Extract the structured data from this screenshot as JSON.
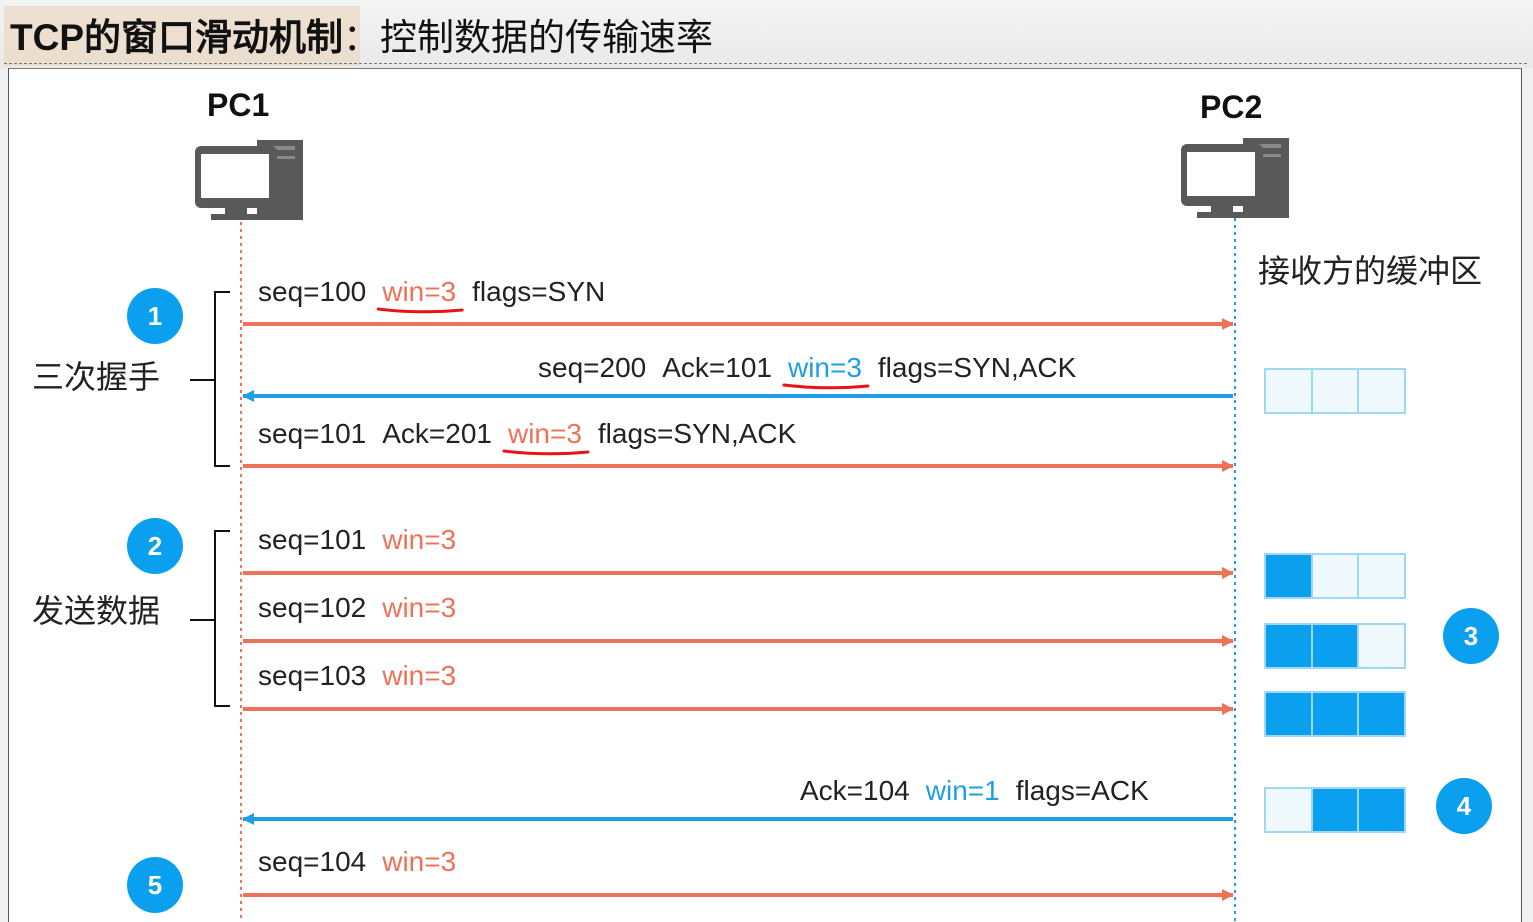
{
  "title": {
    "bold": "TCP的窗口滑动机制",
    "colon": "：",
    "rest": "控制数据的传输速率"
  },
  "pc1": {
    "label": "PC1",
    "icon": "computer-icon"
  },
  "pc2": {
    "label": "PC2",
    "icon": "computer-icon"
  },
  "buffer_label": "接收方的缓冲区",
  "groups": {
    "handshake": "三次握手",
    "send": "发送数据"
  },
  "badges": [
    "1",
    "2",
    "3",
    "4",
    "5"
  ],
  "messages": [
    {
      "dir": "right",
      "parts": [
        {
          "t": "seq=100",
          "c": "dark"
        },
        {
          "t": "win=3",
          "c": "red",
          "underline": true
        },
        {
          "t": "flags=SYN",
          "c": "dark"
        }
      ]
    },
    {
      "dir": "left",
      "parts": [
        {
          "t": "seq=200",
          "c": "dark"
        },
        {
          "t": "Ack=101",
          "c": "dark"
        },
        {
          "t": "win=3",
          "c": "blue",
          "underline": true
        },
        {
          "t": "flags=SYN,ACK",
          "c": "dark"
        }
      ]
    },
    {
      "dir": "right",
      "parts": [
        {
          "t": "seq=101",
          "c": "dark"
        },
        {
          "t": "Ack=201",
          "c": "dark"
        },
        {
          "t": "win=3",
          "c": "red",
          "underline": true
        },
        {
          "t": "flags=SYN,ACK",
          "c": "dark"
        }
      ]
    },
    {
      "dir": "right",
      "parts": [
        {
          "t": "seq=101",
          "c": "dark"
        },
        {
          "t": "win=3",
          "c": "red"
        }
      ]
    },
    {
      "dir": "right",
      "parts": [
        {
          "t": "seq=102",
          "c": "dark"
        },
        {
          "t": "win=3",
          "c": "red"
        }
      ]
    },
    {
      "dir": "right",
      "parts": [
        {
          "t": "seq=103",
          "c": "dark"
        },
        {
          "t": "win=3",
          "c": "red"
        }
      ]
    },
    {
      "dir": "left",
      "parts": [
        {
          "t": "Ack=104",
          "c": "dark"
        },
        {
          "t": "win=1",
          "c": "blue"
        },
        {
          "t": "flags=ACK",
          "c": "dark"
        }
      ]
    },
    {
      "dir": "right",
      "parts": [
        {
          "t": "seq=104",
          "c": "dark"
        },
        {
          "t": "win=3",
          "c": "red"
        }
      ]
    }
  ],
  "buffers": [
    {
      "filled": [
        false,
        false,
        false
      ]
    },
    {
      "filled": [
        true,
        false,
        false
      ]
    },
    {
      "filled": [
        true,
        true,
        false
      ]
    },
    {
      "filled": [
        true,
        true,
        true
      ]
    },
    {
      "filled": [
        false,
        true,
        true
      ]
    }
  ],
  "colors": {
    "send": "#ec7357",
    "reply": "#1e9ee3",
    "badge": "#0aa0ef",
    "buffer_full": "#0aa0ef",
    "buffer_border": "#9fd8f4",
    "underline": "#e11"
  }
}
